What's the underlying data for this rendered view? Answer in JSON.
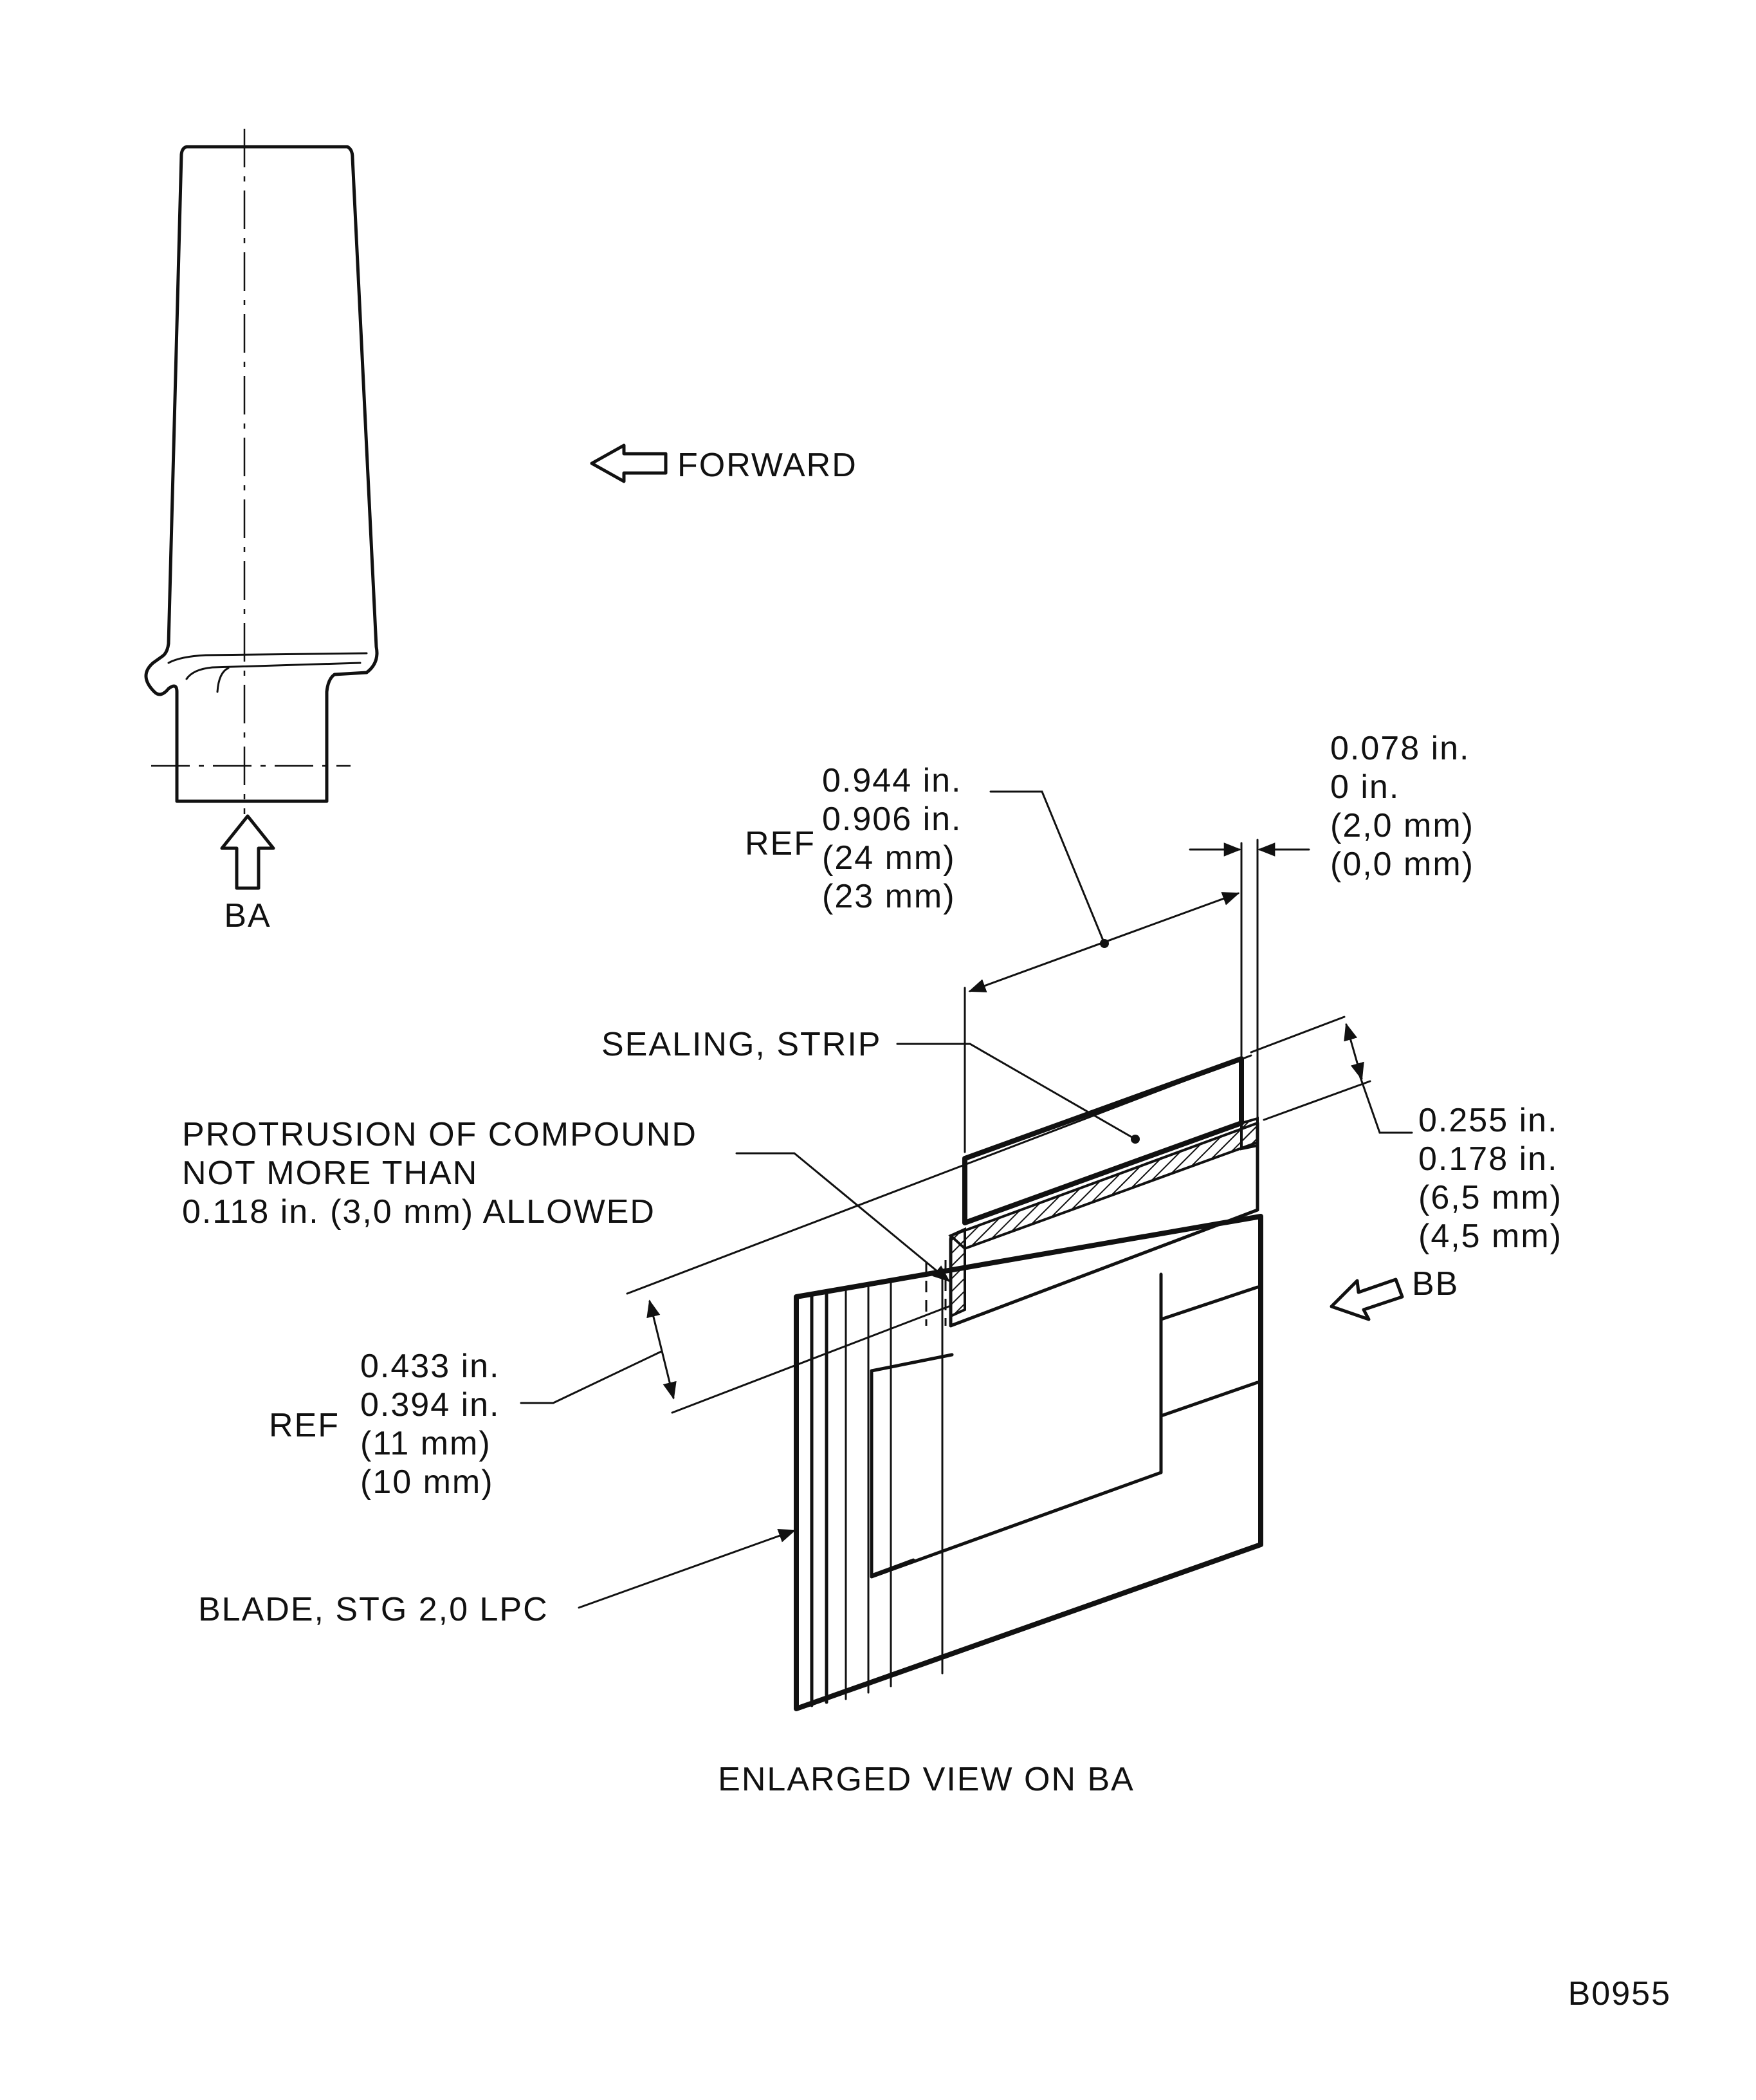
{
  "labels": {
    "forward": "FORWARD",
    "ba": "BA",
    "bb": "BB",
    "sealing_strip": "SEALING, STRIP",
    "protrusion": [
      "PROTRUSION OF COMPOUND",
      "NOT MORE THAN",
      "0.118 in. (3,0 mm) ALLOWED"
    ],
    "blade": "BLADE, STG 2,0 LPC",
    "view_title": "ENLARGED VIEW ON BA",
    "figure_id": "B0955"
  },
  "dimensions": {
    "gap": [
      "0.078 in.",
      "0 in.",
      "(2,0 mm)",
      "(0,0 mm)"
    ],
    "width": {
      "ref": "REF",
      "lines": [
        "0.944 in.",
        "0.906 in.",
        "(24 mm)",
        "(23 mm)"
      ]
    },
    "strip_height": [
      "0.255 in.",
      "0.178 in.",
      "(6,5 mm)",
      "(4,5 mm)"
    ],
    "insertion": {
      "ref": "REF",
      "lines": [
        "0.433 in.",
        "0.394 in.",
        "(11 mm)",
        "(10 mm)"
      ]
    }
  }
}
